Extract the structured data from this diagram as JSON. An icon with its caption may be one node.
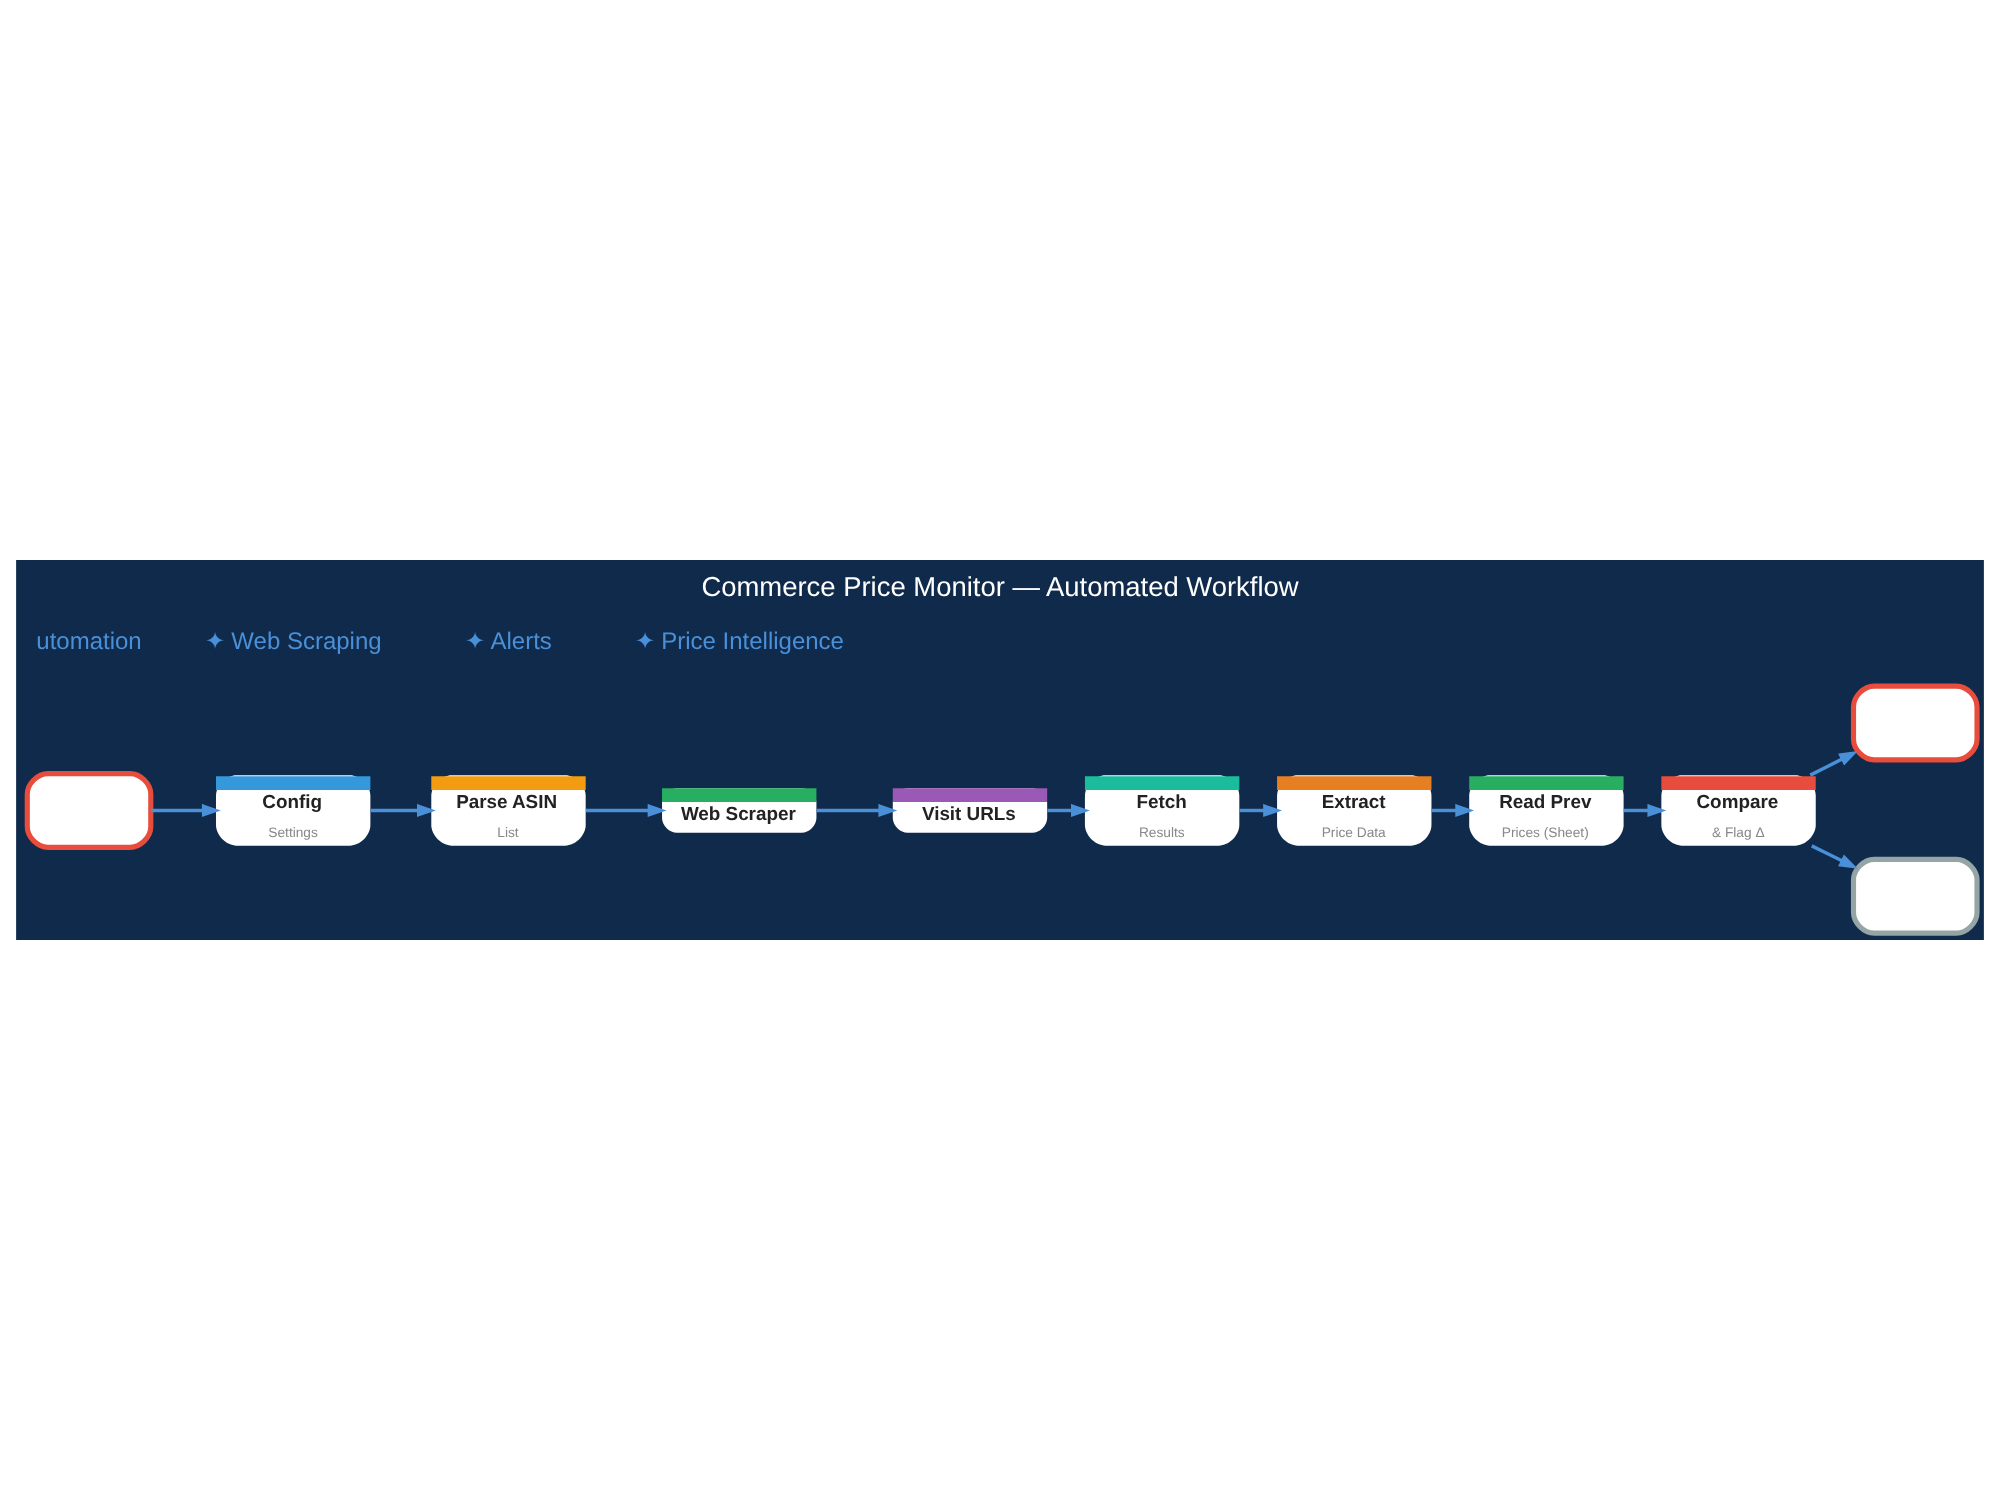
{
  "diagram": {
    "title": "Commerce Price Monitor — Automated Workflow",
    "nodes": [
      {
        "text": [],
        "shape": "box"
      },
      {
        "text": [
          "Config",
          "Settings"
        ]
      },
      {
        "text": [
          "Parse ASIN",
          "List"
        ]
      },
      {
        "text": [
          "Web Scraper"
        ]
      },
      {
        "text": [
          "Visit URLs"
        ]
      },
      {
        "text": [
          "Fetch",
          "Results"
        ]
      },
      {
        "text": [
          "Extract",
          "Price Data"
        ]
      },
      {
        "text": [
          "Read Prev",
          "Prices (Sheet)"
        ]
      },
      {
        "text": [
          "Compare",
          "& Flag Δ"
        ]
      },
      {
        "text": [],
        "shape": "box"
      },
      {
        "text": [],
        "shape": "box"
      }
    ],
    "edges": [
      {
        "from": 0,
        "to": 1,
        "arrow": "to"
      },
      {
        "from": 1,
        "to": 2,
        "arrow": "to"
      },
      {
        "from": 2,
        "to": 3,
        "arrow": "to"
      },
      {
        "from": 3,
        "to": 4,
        "arrow": "to"
      },
      {
        "from": 4,
        "to": 5,
        "arrow": "to"
      },
      {
        "from": 5,
        "to": 6,
        "arrow": "to"
      },
      {
        "from": 6,
        "to": 7,
        "arrow": "to"
      },
      {
        "from": 7,
        "to": 8,
        "arrow": "to"
      },
      {
        "from": 8,
        "to": 9,
        "arrow": "to"
      },
      {
        "from": 8,
        "to": 10,
        "arrow": "to"
      }
    ],
    "labels": [
      "utomation",
      "✦ Web Scraping",
      "✦ Alerts",
      "✦ Price Intelligence"
    ]
  }
}
